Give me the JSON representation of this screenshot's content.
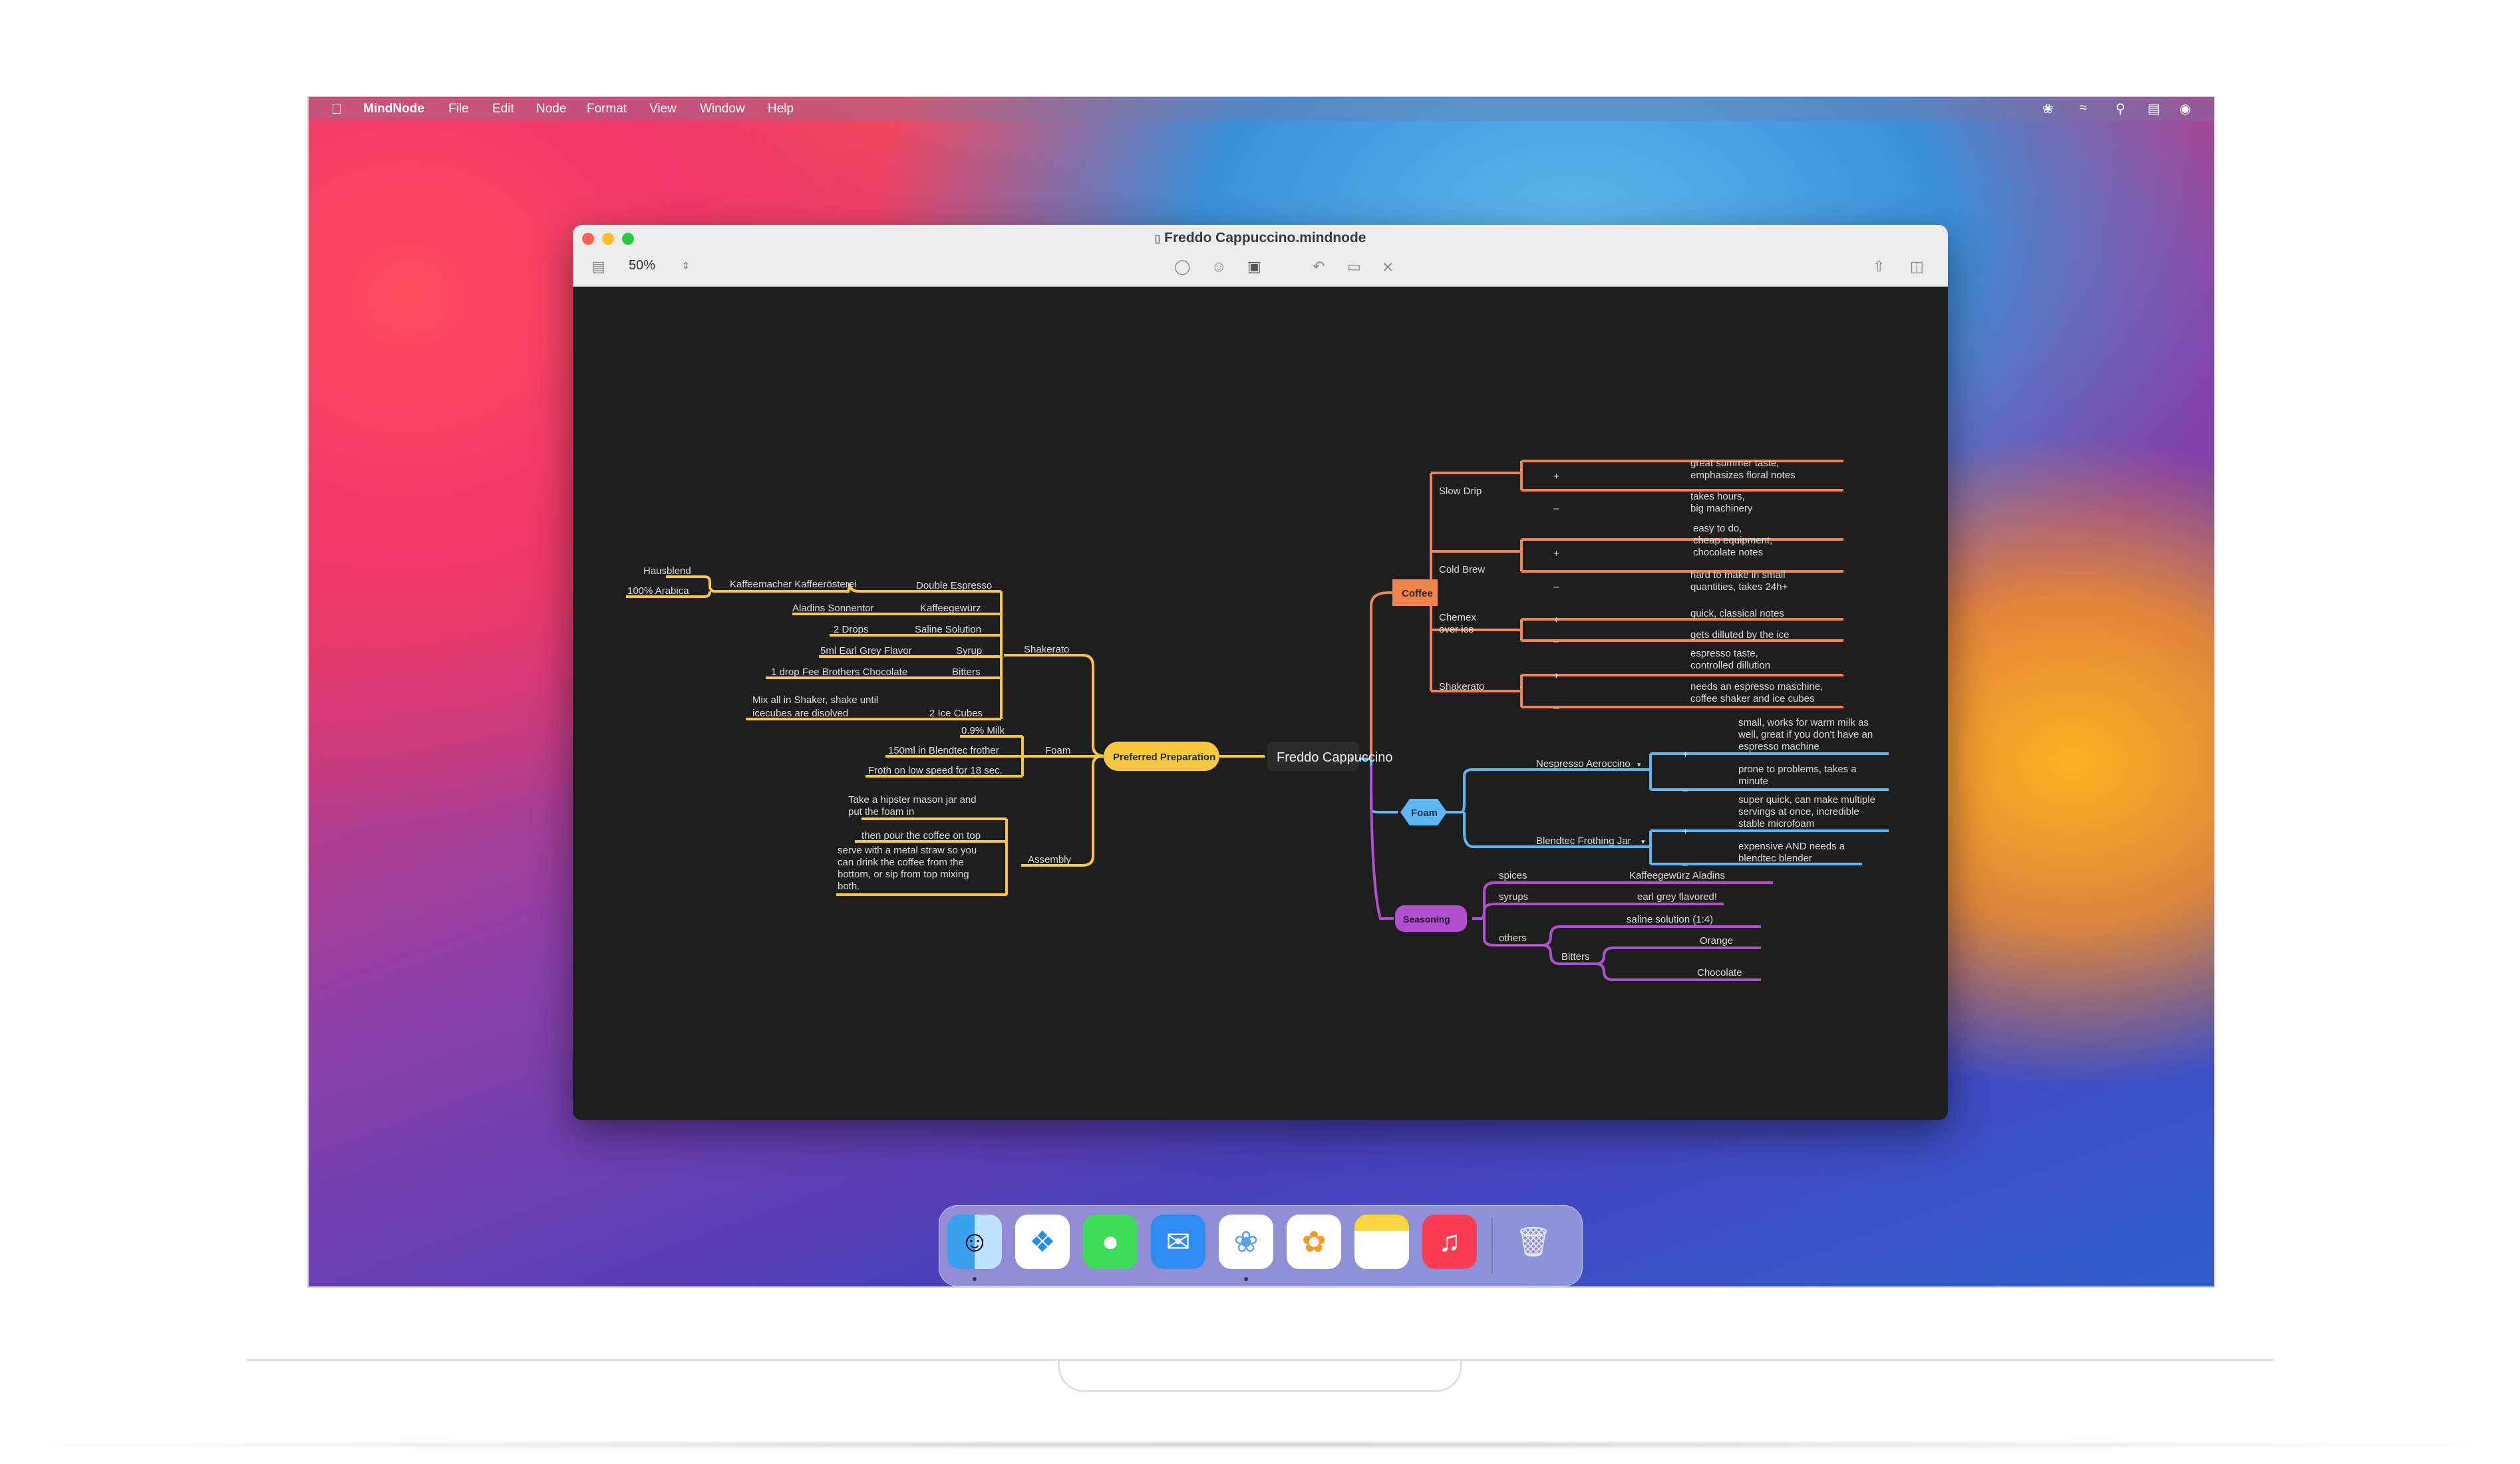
{
  "menubar": {
    "app_name": "MindNode",
    "items": [
      "File",
      "Edit",
      "Node",
      "Format",
      "View",
      "Window",
      "Help"
    ]
  },
  "window": {
    "title": "Freddo Cappuccino.mindnode",
    "zoom": "50%"
  },
  "mindmap": {
    "root": "Freddo Cappuccino",
    "preferred": "Preferred Preparation",
    "coffee": "Coffee",
    "foam": "Foam",
    "seasoning": "Seasoning",
    "colors": {
      "left": "#f5c93b",
      "coffee": "#f0844e",
      "foam": "#5cb8f5",
      "seasoning": "#b14fd0"
    },
    "left": {
      "shakerato": "Shakerato",
      "foam": "Foam",
      "assembly": "Assembly",
      "double_espresso": "Double Espresso",
      "kaffeemacher": "Kaffeemacher Kaffeerösterei",
      "hausblend": "Hausblend",
      "arabica": "100% Arabica",
      "kaffeegewurz": "Kaffeegewürz",
      "aladins": "Aladins Sonnentor",
      "saline": "Saline Solution",
      "two_drops": "2 Drops",
      "syrup": "Syrup",
      "earl_grey": "5ml Earl Grey Flavor",
      "bitters": "Bitters",
      "fee": "1 drop Fee Brothers Chocolate",
      "mix1": "Mix all in Shaker, shake until",
      "mix2": "icecubes are disolved",
      "ice": "2 Ice Cubes",
      "milk": "0.9% Milk",
      "blendtec": "150ml in Blendtec frother",
      "froth": "Froth on low speed for 18 sec.",
      "hipster1": "Take a hipster mason jar and",
      "hipster2": "put the foam in",
      "pour": "then pour the coffee on top",
      "serve1": "serve with a metal straw so you",
      "serve2": "can drink the coffee from the",
      "serve3": "bottom, or sip from top mixing",
      "serve4": "both."
    },
    "coffee_branch": {
      "slow_drip": "Slow Drip",
      "sd_plus1": "great summer taste,",
      "sd_plus2": "emphasizes floral notes",
      "sd_minus1": "takes hours,",
      "sd_minus2": "big machinery",
      "cold_brew": "Cold Brew",
      "cb_plus1": "easy to do,",
      "cb_plus2": "cheap equipment,",
      "cb_plus3": "chocolate notes",
      "cb_minus1": "hard to make in small",
      "cb_minus2": "quantities, takes 24h+",
      "chemex1": "Chemex",
      "chemex2": "over ice",
      "ch_plus": "quick, classical notes",
      "ch_minus": "gets dilluted by the ice",
      "shakerato": "Shakerato",
      "sh_plus1": "espresso taste,",
      "sh_plus2": "controlled dillution",
      "sh_minus1": "needs an espresso maschine,",
      "sh_minus2": "coffee shaker and ice cubes"
    },
    "foam_branch": {
      "nespresso": "Nespresso Aeroccino",
      "ne_plus1": "small, works for warm milk as",
      "ne_plus2": "well, great if you don't have an",
      "ne_plus3": "espresso machine",
      "ne_minus1": "prone to problems, takes a",
      "ne_minus2": "minute",
      "blendtec": "Blendtec Frothing Jar",
      "bl_plus1": "super quick, can make multiple",
      "bl_plus2": "servings at once, incredible",
      "bl_plus3": "stable microfoam",
      "bl_minus1": "expensive AND needs a",
      "bl_minus2": "blendtec blender"
    },
    "seasoning_branch": {
      "spices": "spices",
      "kaffeegewurz": "Kaffeegewürz Aladins",
      "syrups": "syrups",
      "earl": "earl grey flavored!",
      "others": "others",
      "saline": "saline solution (1:4)",
      "bitters": "Bitters",
      "orange": "Orange",
      "chocolate": "Chocolate"
    },
    "plus": "+",
    "minus": "–"
  },
  "dock": {
    "apps": [
      "finder",
      "safari",
      "messages",
      "mail",
      "mindnode",
      "photos",
      "notes",
      "music",
      "trash"
    ]
  }
}
